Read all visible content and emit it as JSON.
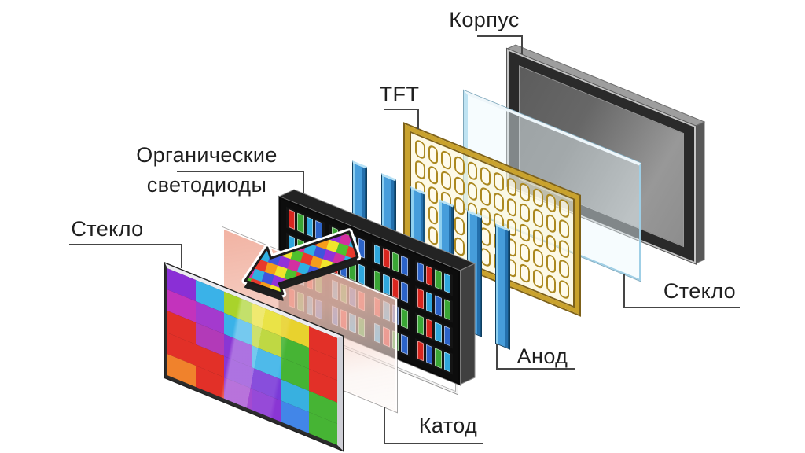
{
  "labels": {
    "korpus": "Корпус",
    "tft": "TFT",
    "organic_line1": "Органические",
    "organic_line2": "светодиоды",
    "glass_left": "Стекло",
    "anode": "Анод",
    "cathode": "Катод",
    "glass_right": "Стекло"
  },
  "colors": {
    "background": "#ffffff",
    "label_text": "#1f1f1f",
    "leader_line": "#454545",
    "case_frame": "#2a2a2a",
    "case_rim": "#c6c6c6",
    "case_screen": "#7f7f7f",
    "back_glass_edge": "#9fcfe6",
    "tft_gold": "#c9a22d",
    "tft_gold_dark": "#7d611a",
    "anode_blue": "#469ddb",
    "oled_frame": "#0d0d0d",
    "cathode_pink": "#f0aa98"
  },
  "front_glass": {
    "rows": 5,
    "cols": 6,
    "cells": [
      [
        "#8a2fd6",
        "#3ab2e8",
        "#a9d32b",
        "#e8e032",
        "#e8d22e",
        "#e23028"
      ],
      [
        "#c333bc",
        "#a43ace",
        "#3ab2e8",
        "#b8d42e",
        "#46b434",
        "#e23028"
      ],
      [
        "#e23028",
        "#b23ab8",
        "#8a36d4",
        "#3ab2e8",
        "#46b434",
        "#e23028"
      ],
      [
        "#e23028",
        "#e23028",
        "#8a36d4",
        "#7a3ad8",
        "#38b0e0",
        "#46b434"
      ],
      [
        "#f0822c",
        "#e23028",
        "#9a36cc",
        "#8a36d4",
        "#4286e8",
        "#46b434"
      ]
    ]
  },
  "oled": {
    "rows": 4,
    "cols": 4,
    "palette": {
      "R": "#d8261f",
      "G": "#3aa635",
      "B": "#2c63c8",
      "C": "#2fa6dc"
    },
    "cells": [
      [
        "R",
        "G",
        "C",
        "B"
      ],
      [
        "G",
        "R",
        "C",
        "B"
      ],
      [
        "C",
        "R",
        "G",
        "B"
      ],
      [
        "B",
        "R",
        "G",
        "C"
      ],
      [
        "C",
        "G",
        "R",
        "B"
      ],
      [
        "R",
        "B",
        "G",
        "C"
      ],
      [
        "G",
        "C",
        "R",
        "B"
      ],
      [
        "R",
        "C",
        "B",
        "G"
      ],
      [
        "B",
        "C",
        "R",
        "G"
      ],
      [
        "C",
        "G",
        "B",
        "R"
      ],
      [
        "R",
        "C",
        "B",
        "G"
      ],
      [
        "G",
        "R",
        "C",
        "B"
      ],
      [
        "R",
        "G",
        "C",
        "B"
      ],
      [
        "B",
        "R",
        "C",
        "G"
      ],
      [
        "C",
        "R",
        "G",
        "B"
      ],
      [
        "R",
        "B",
        "G",
        "C"
      ]
    ]
  },
  "tft_grid": {
    "rows": 5,
    "cols": 12
  },
  "anode": {
    "count": 6
  },
  "arrow": {
    "checker_colors": [
      [
        "#e8392c",
        "#f59d1b",
        "#f0e52c",
        "#4fc02e"
      ],
      [
        "#2fb0e2",
        "#3f55dc",
        "#9232d8",
        "#d32fa0"
      ]
    ]
  }
}
